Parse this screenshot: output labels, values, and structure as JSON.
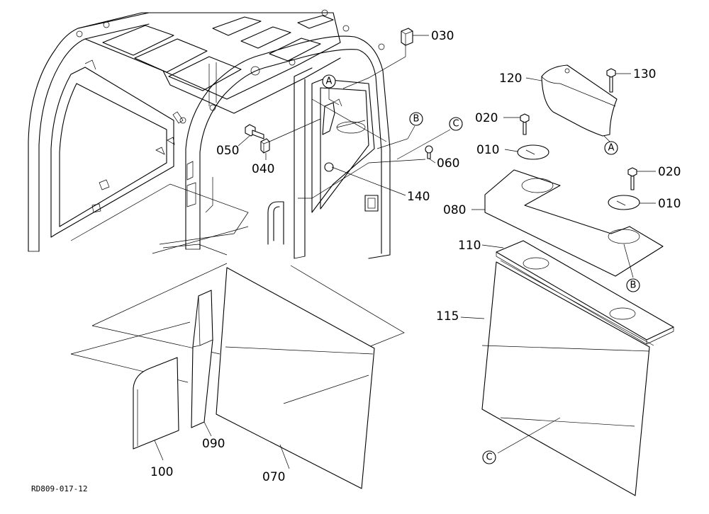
{
  "diagram": {
    "caption": "RD809-017-12",
    "part_labels": {
      "p030": "030",
      "p120": "120",
      "p130": "130",
      "p020a": "020",
      "p010a": "010",
      "p050": "050",
      "p040": "040",
      "p060": "060",
      "p140": "140",
      "p020b": "020",
      "p010b": "010",
      "p080": "080",
      "p110": "110",
      "p115": "115",
      "p090": "090",
      "p100": "100",
      "p070": "070"
    },
    "refs": {
      "a": "A",
      "b": "B",
      "c": "C"
    }
  }
}
